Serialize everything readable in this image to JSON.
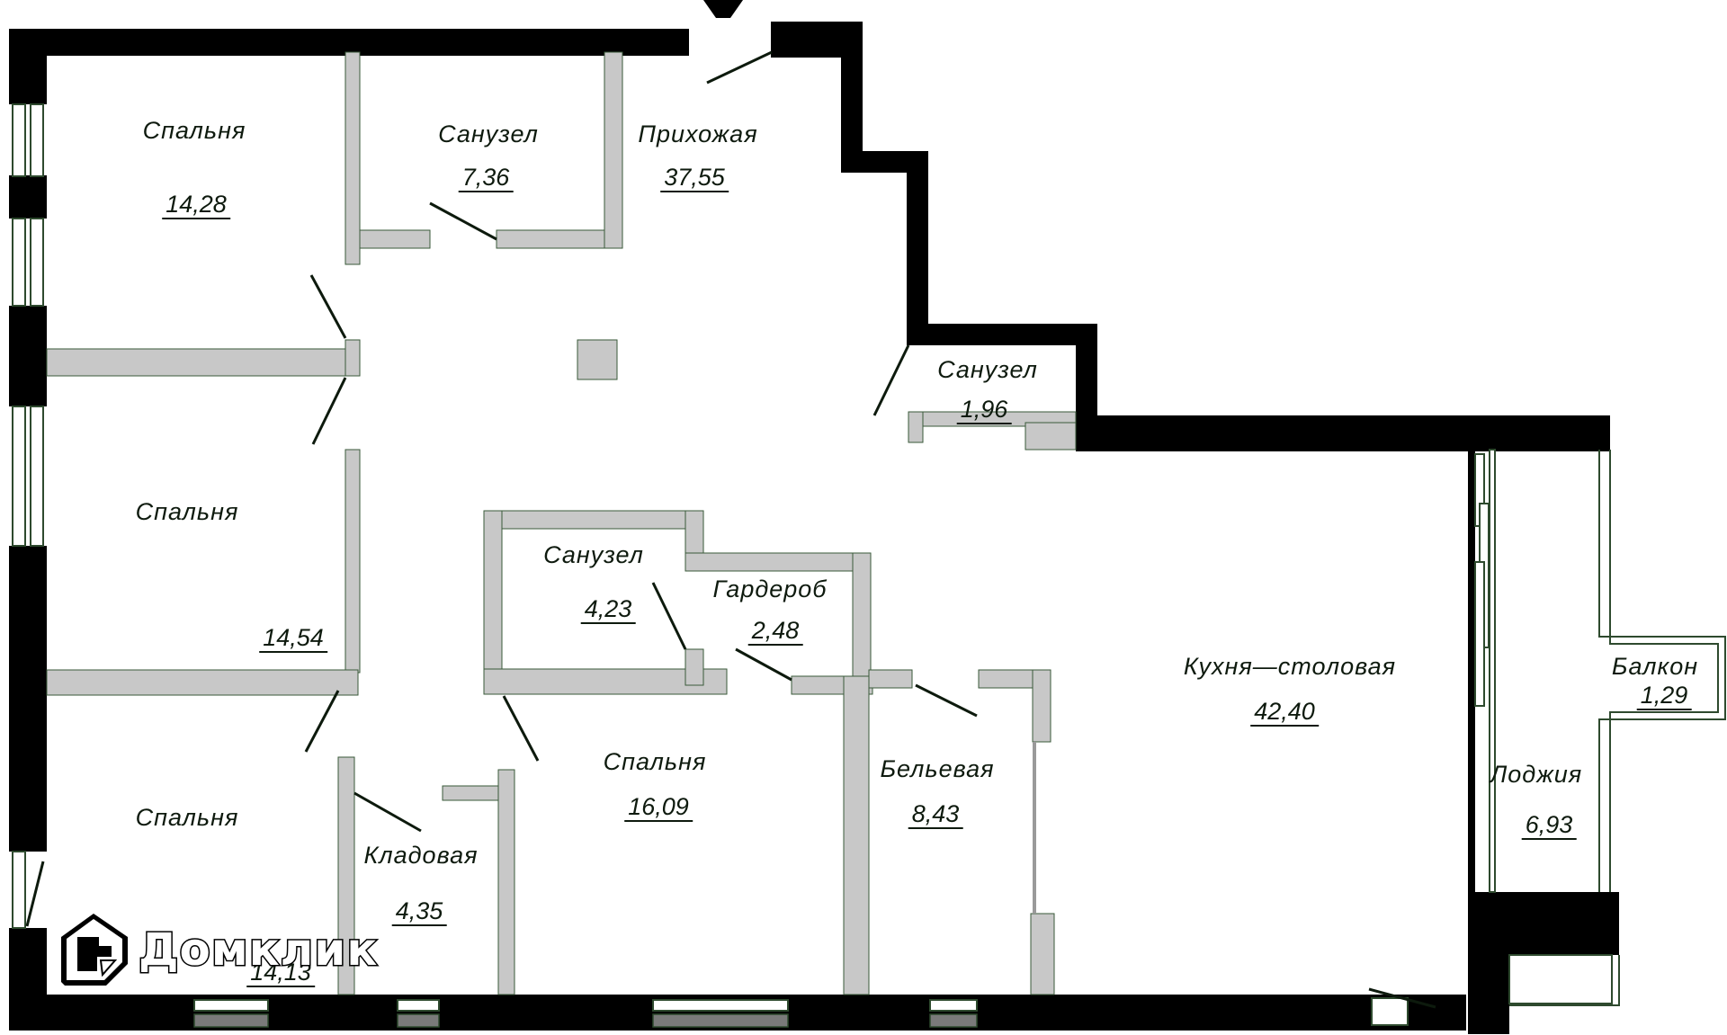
{
  "plan": {
    "type": "apartment floor plan",
    "colors": {
      "exterior_wall": "#000000",
      "interior_wall": "#c8c8c8",
      "text": "#0e1a0e",
      "background": "#ffffff"
    },
    "rooms": [
      {
        "id": "bedroom-1",
        "name": "Спальня",
        "area": "14,28"
      },
      {
        "id": "bathroom-1",
        "name": "Санузел",
        "area": "7,36"
      },
      {
        "id": "hallway",
        "name": "Прихожая",
        "area": "37,55"
      },
      {
        "id": "bathroom-2",
        "name": "Санузел",
        "area": "1,96"
      },
      {
        "id": "bedroom-2",
        "name": "Спальня",
        "area": "14,54"
      },
      {
        "id": "bathroom-3",
        "name": "Санузел",
        "area": "4,23"
      },
      {
        "id": "wardrobe",
        "name": "Гардероб",
        "area": "2,48"
      },
      {
        "id": "kitchen-dining",
        "name": "Кухня—столовая",
        "area": "42,40"
      },
      {
        "id": "balcony",
        "name": "Балкон",
        "area": "1,29"
      },
      {
        "id": "bedroom-3",
        "name": "Спальня",
        "area": "16,09"
      },
      {
        "id": "laundry",
        "name": "Бельевая",
        "area": "8,43"
      },
      {
        "id": "loggia",
        "name": "Лоджия",
        "area": "6,93"
      },
      {
        "id": "bedroom-4",
        "name": "Спальня",
        "area": "14,13"
      },
      {
        "id": "storage",
        "name": "Кладовая",
        "area": "4,35"
      }
    ]
  },
  "watermark": {
    "brand": "Домклик",
    "icon": "domclick-house-icon"
  }
}
